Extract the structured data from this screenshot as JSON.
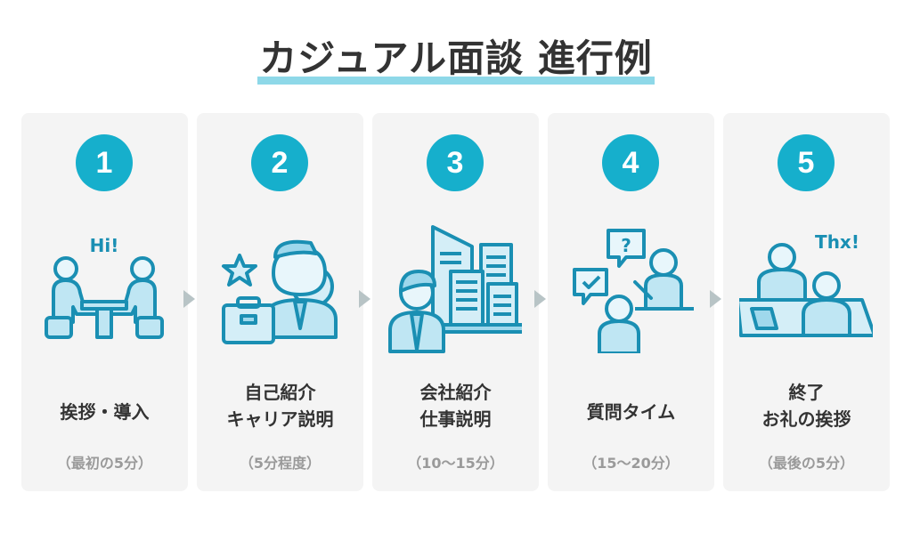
{
  "title": "カジュアル面談 進行例",
  "colors": {
    "accent": "#16afcc",
    "highlight": "#8ed8e8",
    "card_bg": "#f4f4f4",
    "arrow": "#b8c4c6",
    "icon_stroke": "#1a8fb3",
    "icon_fill": "#bfe6f3"
  },
  "steps": [
    {
      "number": "1",
      "icon": "meeting-hi-icon",
      "label_lines": [
        "挨拶・導入"
      ],
      "time": "（最初の5分）",
      "icon_text": "Hi!"
    },
    {
      "number": "2",
      "icon": "self-intro-career-icon",
      "label_lines": [
        "自己紹介",
        "キャリア説明"
      ],
      "time": "（5分程度）"
    },
    {
      "number": "3",
      "icon": "company-buildings-icon",
      "label_lines": [
        "会社紹介",
        "仕事説明"
      ],
      "time": "（10〜15分）"
    },
    {
      "number": "4",
      "icon": "question-time-icon",
      "label_lines": [
        "質問タイム"
      ],
      "time": "（15〜20分）",
      "icon_text": "?"
    },
    {
      "number": "5",
      "icon": "thanks-closing-icon",
      "label_lines": [
        "終了",
        "お礼の挨拶"
      ],
      "time": "（最後の5分）",
      "icon_text": "Thx!"
    }
  ]
}
